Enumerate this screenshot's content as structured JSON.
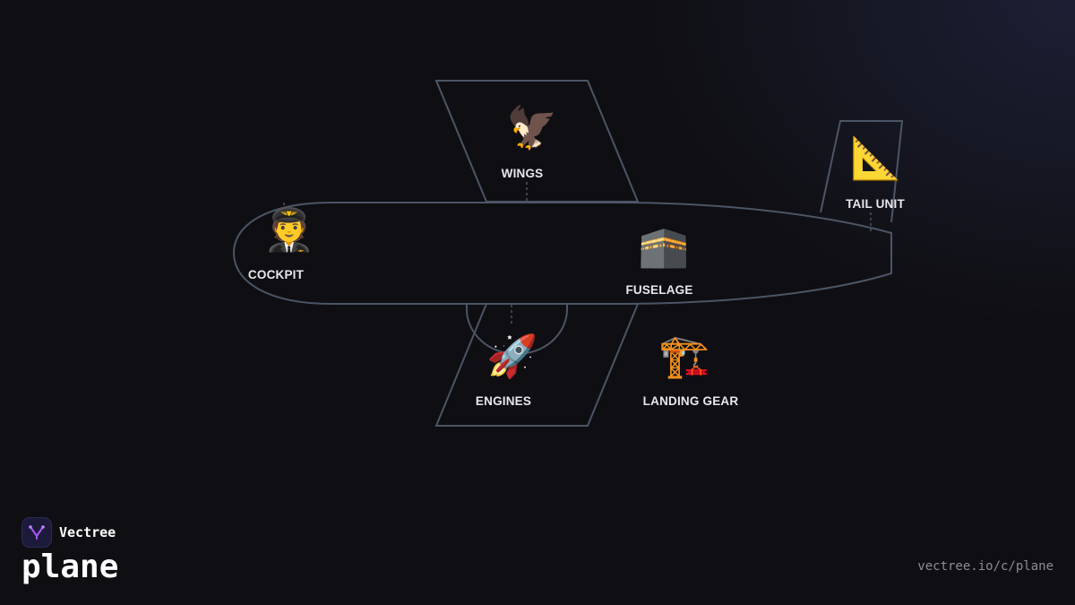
{
  "brand": {
    "name": "Vectree",
    "logo_icon": "vectree-logo-icon",
    "accent_color": "#a855f7"
  },
  "product": {
    "title": "plane"
  },
  "footer": {
    "url": "vectree.io/c/plane"
  },
  "colors": {
    "background": "#0f0f13",
    "outline": "#4b5565",
    "label": "#e8e8ec"
  },
  "parts": [
    {
      "id": "wings",
      "label": "WINGS",
      "icon": "eagle-icon",
      "emoji": "🦅"
    },
    {
      "id": "tail_unit",
      "label": "TAIL UNIT",
      "icon": "triangular-ruler-icon",
      "emoji": "📐"
    },
    {
      "id": "cockpit",
      "label": "COCKPIT",
      "icon": "pilot-icon",
      "emoji": "🧑‍✈️"
    },
    {
      "id": "fuselage",
      "label": "FUSELAGE",
      "icon": "kaaba-icon",
      "emoji": "🕋"
    },
    {
      "id": "engines",
      "label": "ENGINES",
      "icon": "rocket-icon",
      "emoji": "🚀"
    },
    {
      "id": "landing_gear",
      "label": "LANDING GEAR",
      "icon": "crane-icon",
      "emoji": "🏗️"
    }
  ]
}
